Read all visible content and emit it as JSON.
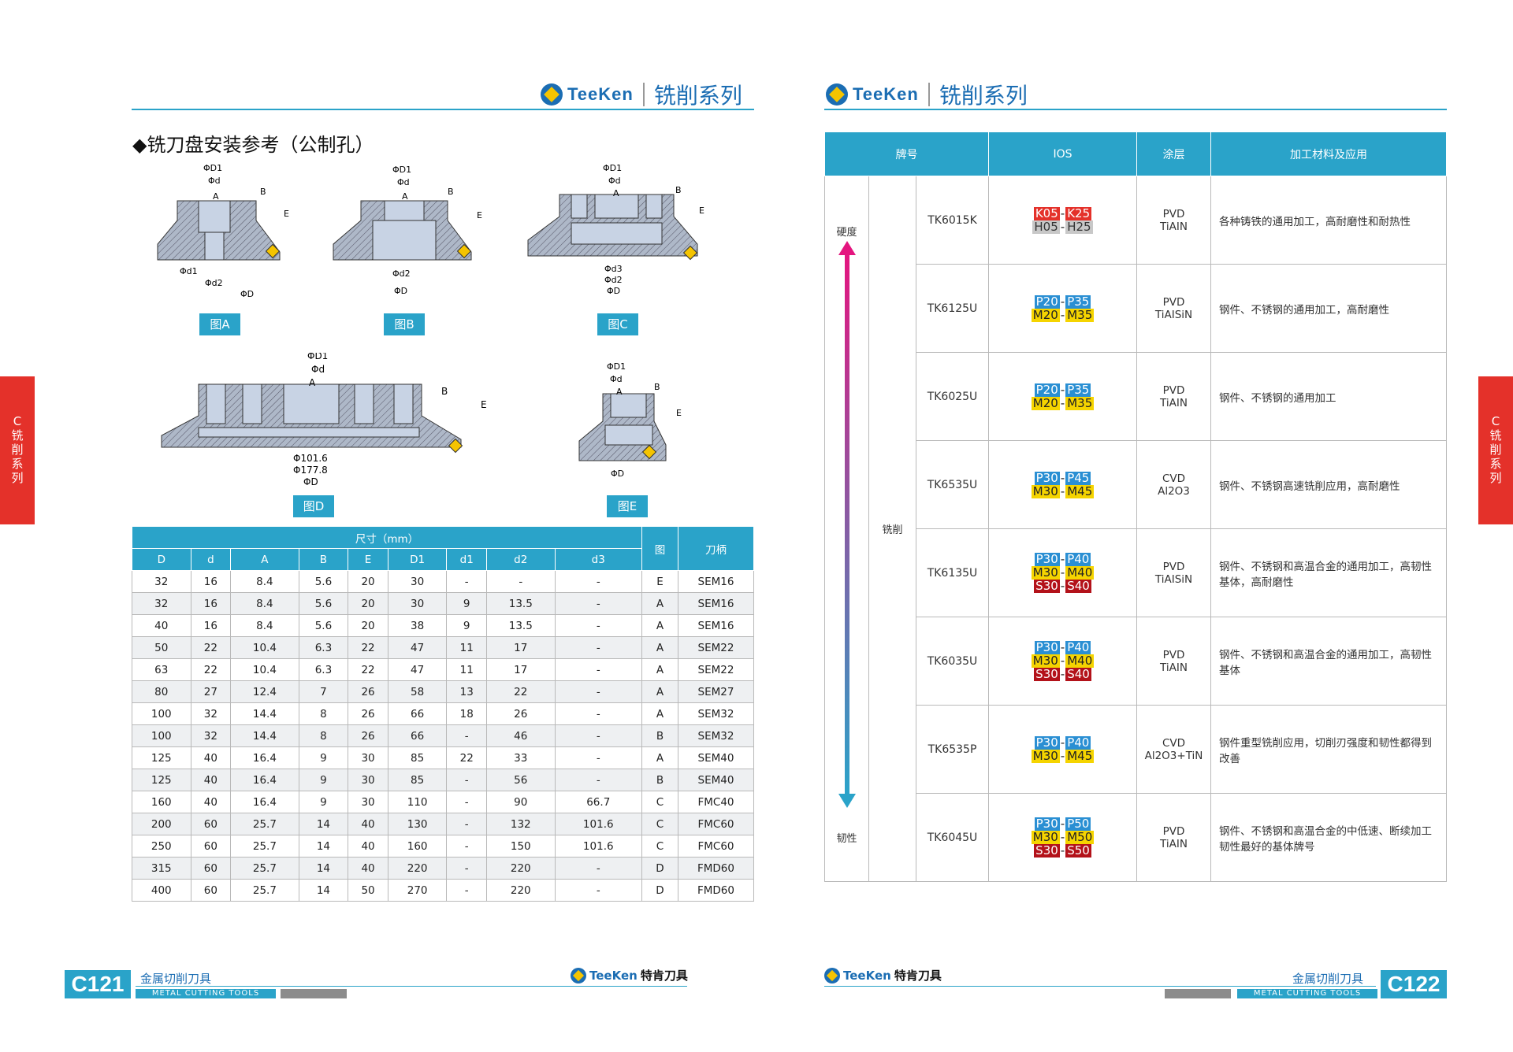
{
  "brand": "TeeKen",
  "series": "铣削系列",
  "section_title": "◆铣刀盘安装参考（公制孔）",
  "figures": [
    {
      "label": "图A",
      "dims": [
        "ΦD1",
        "Φd",
        "A",
        "B",
        "E",
        "Φd1",
        "Φd2",
        "ΦD"
      ]
    },
    {
      "label": "图B",
      "dims": [
        "ΦD1",
        "Φd",
        "A",
        "B",
        "E",
        "Φd2",
        "ΦD"
      ]
    },
    {
      "label": "图C",
      "dims": [
        "ΦD1",
        "Φd",
        "A",
        "B",
        "E",
        "Φd3",
        "Φd2",
        "ΦD"
      ]
    },
    {
      "label": "图D",
      "dims": [
        "ΦD1",
        "Φd",
        "A",
        "B",
        "E",
        "Φ101.6",
        "Φ177.8",
        "ΦD"
      ]
    },
    {
      "label": "图E",
      "dims": [
        "ΦD1",
        "Φd",
        "A",
        "B",
        "E",
        "ΦD"
      ]
    }
  ],
  "dim_table": {
    "group_header": "尺寸（mm）",
    "columns": [
      "D",
      "d",
      "A",
      "B",
      "E",
      "D1",
      "d1",
      "d2",
      "d3"
    ],
    "fig_col": "图",
    "shank_col": "刀柄",
    "rows": [
      [
        "32",
        "16",
        "8.4",
        "5.6",
        "20",
        "30",
        "-",
        "-",
        "-",
        "E",
        "SEM16"
      ],
      [
        "32",
        "16",
        "8.4",
        "5.6",
        "20",
        "30",
        "9",
        "13.5",
        "-",
        "A",
        "SEM16"
      ],
      [
        "40",
        "16",
        "8.4",
        "5.6",
        "20",
        "38",
        "9",
        "13.5",
        "-",
        "A",
        "SEM16"
      ],
      [
        "50",
        "22",
        "10.4",
        "6.3",
        "22",
        "47",
        "11",
        "17",
        "-",
        "A",
        "SEM22"
      ],
      [
        "63",
        "22",
        "10.4",
        "6.3",
        "22",
        "47",
        "11",
        "17",
        "-",
        "A",
        "SEM22"
      ],
      [
        "80",
        "27",
        "12.4",
        "7",
        "26",
        "58",
        "13",
        "22",
        "-",
        "A",
        "SEM27"
      ],
      [
        "100",
        "32",
        "14.4",
        "8",
        "26",
        "66",
        "18",
        "26",
        "-",
        "A",
        "SEM32"
      ],
      [
        "100",
        "32",
        "14.4",
        "8",
        "26",
        "66",
        "-",
        "46",
        "-",
        "B",
        "SEM32"
      ],
      [
        "125",
        "40",
        "16.4",
        "9",
        "30",
        "85",
        "22",
        "33",
        "-",
        "A",
        "SEM40"
      ],
      [
        "125",
        "40",
        "16.4",
        "9",
        "30",
        "85",
        "-",
        "56",
        "-",
        "B",
        "SEM40"
      ],
      [
        "160",
        "40",
        "16.4",
        "9",
        "30",
        "110",
        "-",
        "90",
        "66.7",
        "C",
        "FMC40"
      ],
      [
        "200",
        "60",
        "25.7",
        "14",
        "40",
        "130",
        "-",
        "132",
        "101.6",
        "C",
        "FMC60"
      ],
      [
        "250",
        "60",
        "25.7",
        "14",
        "40",
        "160",
        "-",
        "150",
        "101.6",
        "C",
        "FMC60"
      ],
      [
        "315",
        "60",
        "25.7",
        "14",
        "40",
        "220",
        "-",
        "220",
        "-",
        "D",
        "FMD60"
      ],
      [
        "400",
        "60",
        "25.7",
        "14",
        "50",
        "270",
        "-",
        "220",
        "-",
        "D",
        "FMD60"
      ]
    ]
  },
  "side_tab": [
    "C",
    "铣",
    "削",
    "系",
    "列"
  ],
  "grade_table": {
    "headers": [
      "牌号",
      "IOS",
      "涂层",
      "加工材料及应用"
    ],
    "hardness": "硬度",
    "toughness": "韧性",
    "process": "铣削",
    "rows": [
      {
        "grade": "TK6015K",
        "iso": [
          [
            "K05",
            "K25",
            "K"
          ],
          [
            "H05",
            "H25",
            "H"
          ]
        ],
        "coat": [
          "PVD",
          "TiAIN"
        ],
        "app": "各种铸铁的通用加工，高耐磨性和耐热性"
      },
      {
        "grade": "TK6125U",
        "iso": [
          [
            "P20",
            "P35",
            "P"
          ],
          [
            "M20",
            "M35",
            "M"
          ]
        ],
        "coat": [
          "PVD",
          "TiAISiN"
        ],
        "app": "钢件、不锈钢的通用加工，高耐磨性"
      },
      {
        "grade": "TK6025U",
        "iso": [
          [
            "P20",
            "P35",
            "P"
          ],
          [
            "M20",
            "M35",
            "M"
          ]
        ],
        "coat": [
          "PVD",
          "TiAIN"
        ],
        "app": "钢件、不锈钢的通用加工"
      },
      {
        "grade": "TK6535U",
        "iso": [
          [
            "P30",
            "P45",
            "P"
          ],
          [
            "M30",
            "M45",
            "M"
          ]
        ],
        "coat": [
          "CVD",
          "Al2O3"
        ],
        "app": "钢件、不锈钢高速铣削应用，高耐磨性"
      },
      {
        "grade": "TK6135U",
        "iso": [
          [
            "P30",
            "P40",
            "P"
          ],
          [
            "M30",
            "M40",
            "M"
          ],
          [
            "S30",
            "S40",
            "S"
          ]
        ],
        "coat": [
          "PVD",
          "TiAISiN"
        ],
        "app": "钢件、不锈钢和高温合金的通用加工，高韧性基体，高耐磨性"
      },
      {
        "grade": "TK6035U",
        "iso": [
          [
            "P30",
            "P40",
            "P"
          ],
          [
            "M30",
            "M40",
            "M"
          ],
          [
            "S30",
            "S40",
            "S"
          ]
        ],
        "coat": [
          "PVD",
          "TiAIN"
        ],
        "app": "钢件、不锈钢和高温合金的通用加工，高韧性基体"
      },
      {
        "grade": "TK6535P",
        "iso": [
          [
            "P30",
            "P40",
            "P"
          ],
          [
            "M30",
            "M45",
            "M"
          ]
        ],
        "coat": [
          "CVD",
          "Al2O3+TiN"
        ],
        "app": "钢件重型铣削应用，切削刃强度和韧性都得到改善"
      },
      {
        "grade": "TK6045U",
        "iso": [
          [
            "P30",
            "P50",
            "P"
          ],
          [
            "M30",
            "M50",
            "M"
          ],
          [
            "S30",
            "S50",
            "S"
          ]
        ],
        "coat": [
          "PVD",
          "TiAIN"
        ],
        "app": "钢件、不锈钢和高温合金的中低速、断续加工  韧性最好的基体牌号"
      }
    ]
  },
  "footer": {
    "left_code": "C121",
    "right_code": "C122",
    "cn": "金属切削刀具",
    "en": "METAL CUTTING TOOLS",
    "brand_cn": "特肯刀具"
  },
  "colors": {
    "accent": "#2aa3c9",
    "brand": "#1b6db3",
    "red": "#e4312a"
  }
}
